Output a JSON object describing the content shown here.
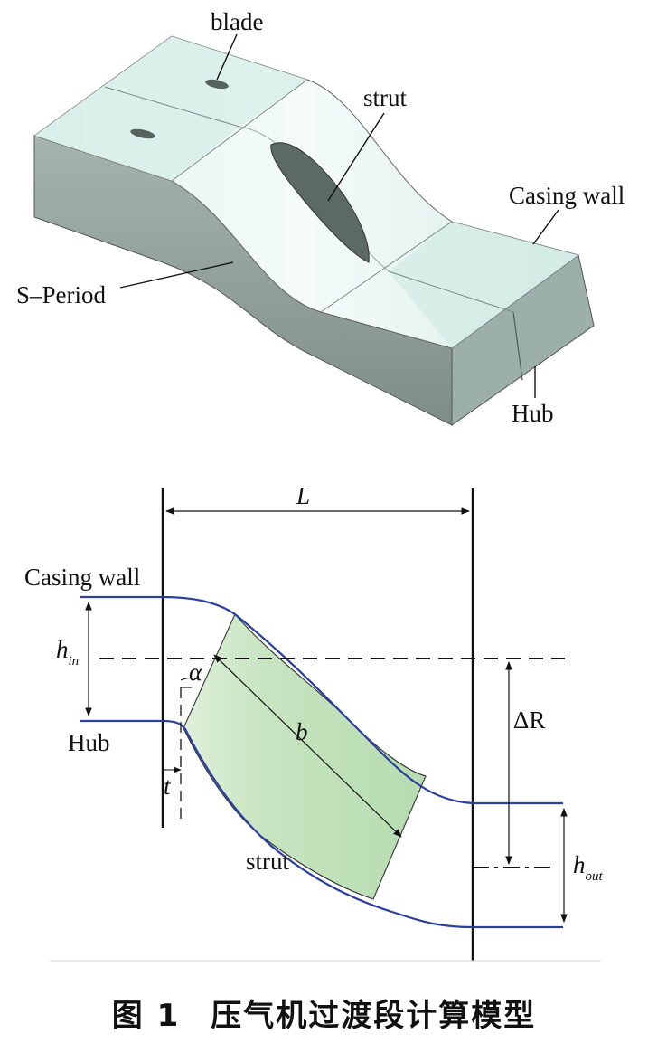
{
  "iso_view": {
    "blade_label": "blade",
    "strut_label": "strut",
    "casing_label": "Casing wall",
    "speriod_label": "S–Period",
    "hub_label": "Hub"
  },
  "section_view": {
    "L_label": "L",
    "casing_label": "Casing wall",
    "hin_main": "h",
    "hin_sub": "in",
    "alpha_label": "α",
    "hub_label": "Hub",
    "t_label": "t",
    "b_label": "b",
    "dR_main": "ΔR",
    "strut_label": "strut",
    "hout_main": "h",
    "hout_sub": "out"
  },
  "caption": {
    "figure_number": "图 1",
    "title": "压气机过渡段计算模型"
  },
  "colors": {
    "top_face": "#dcefea",
    "side_face": "#8e9c96",
    "front_face": "#9fb1ab",
    "strut_fill": "#c9e6c4",
    "wall_line": "#2b3f9e"
  }
}
